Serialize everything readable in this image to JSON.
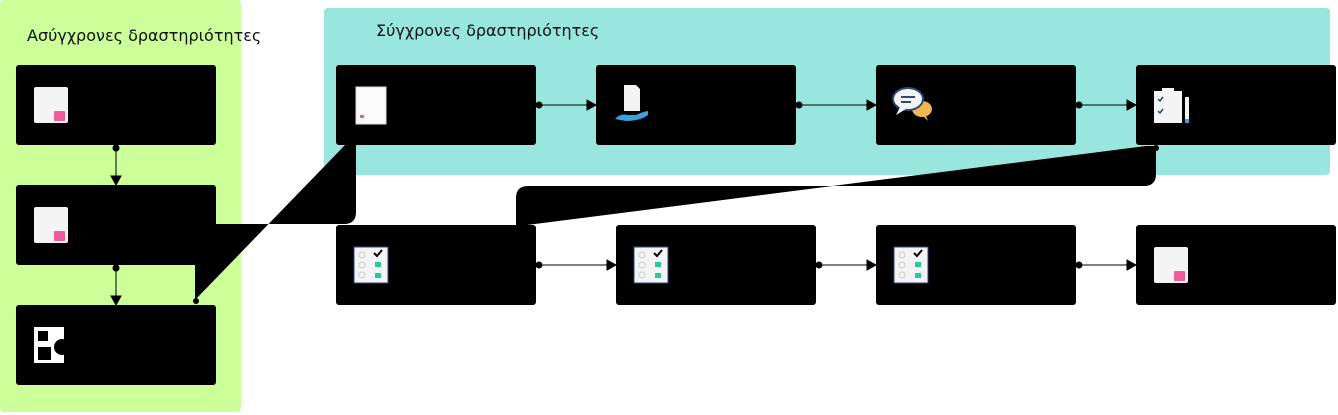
{
  "regions": {
    "async": {
      "label": "Ασύγχρονες δραστηριότητες",
      "color": "#ccff99"
    },
    "sync": {
      "label": "Σύγχρονες δραστηριότητες",
      "color": "#99e6df"
    }
  },
  "nodes": [
    {
      "id": "a1",
      "icon": "document-icon"
    },
    {
      "id": "a2",
      "icon": "document-icon"
    },
    {
      "id": "a3",
      "icon": "shapes-icon"
    },
    {
      "id": "s1",
      "icon": "page-icon"
    },
    {
      "id": "s2",
      "icon": "hand-document-icon"
    },
    {
      "id": "s3",
      "icon": "chat-bubbles-icon"
    },
    {
      "id": "s4",
      "icon": "clipboard-icon"
    },
    {
      "id": "b1",
      "icon": "checklist-icon"
    },
    {
      "id": "b2",
      "icon": "checklist-icon"
    },
    {
      "id": "b3",
      "icon": "checklist-icon"
    },
    {
      "id": "b4",
      "icon": "document-icon"
    }
  ],
  "colors": {
    "accent_pink": "#ee5b9a",
    "accent_green": "#22cc99",
    "chat_blue": "#2a4a7a",
    "chat_yellow": "#f0b850",
    "hand_blue": "#3aa0e0"
  }
}
